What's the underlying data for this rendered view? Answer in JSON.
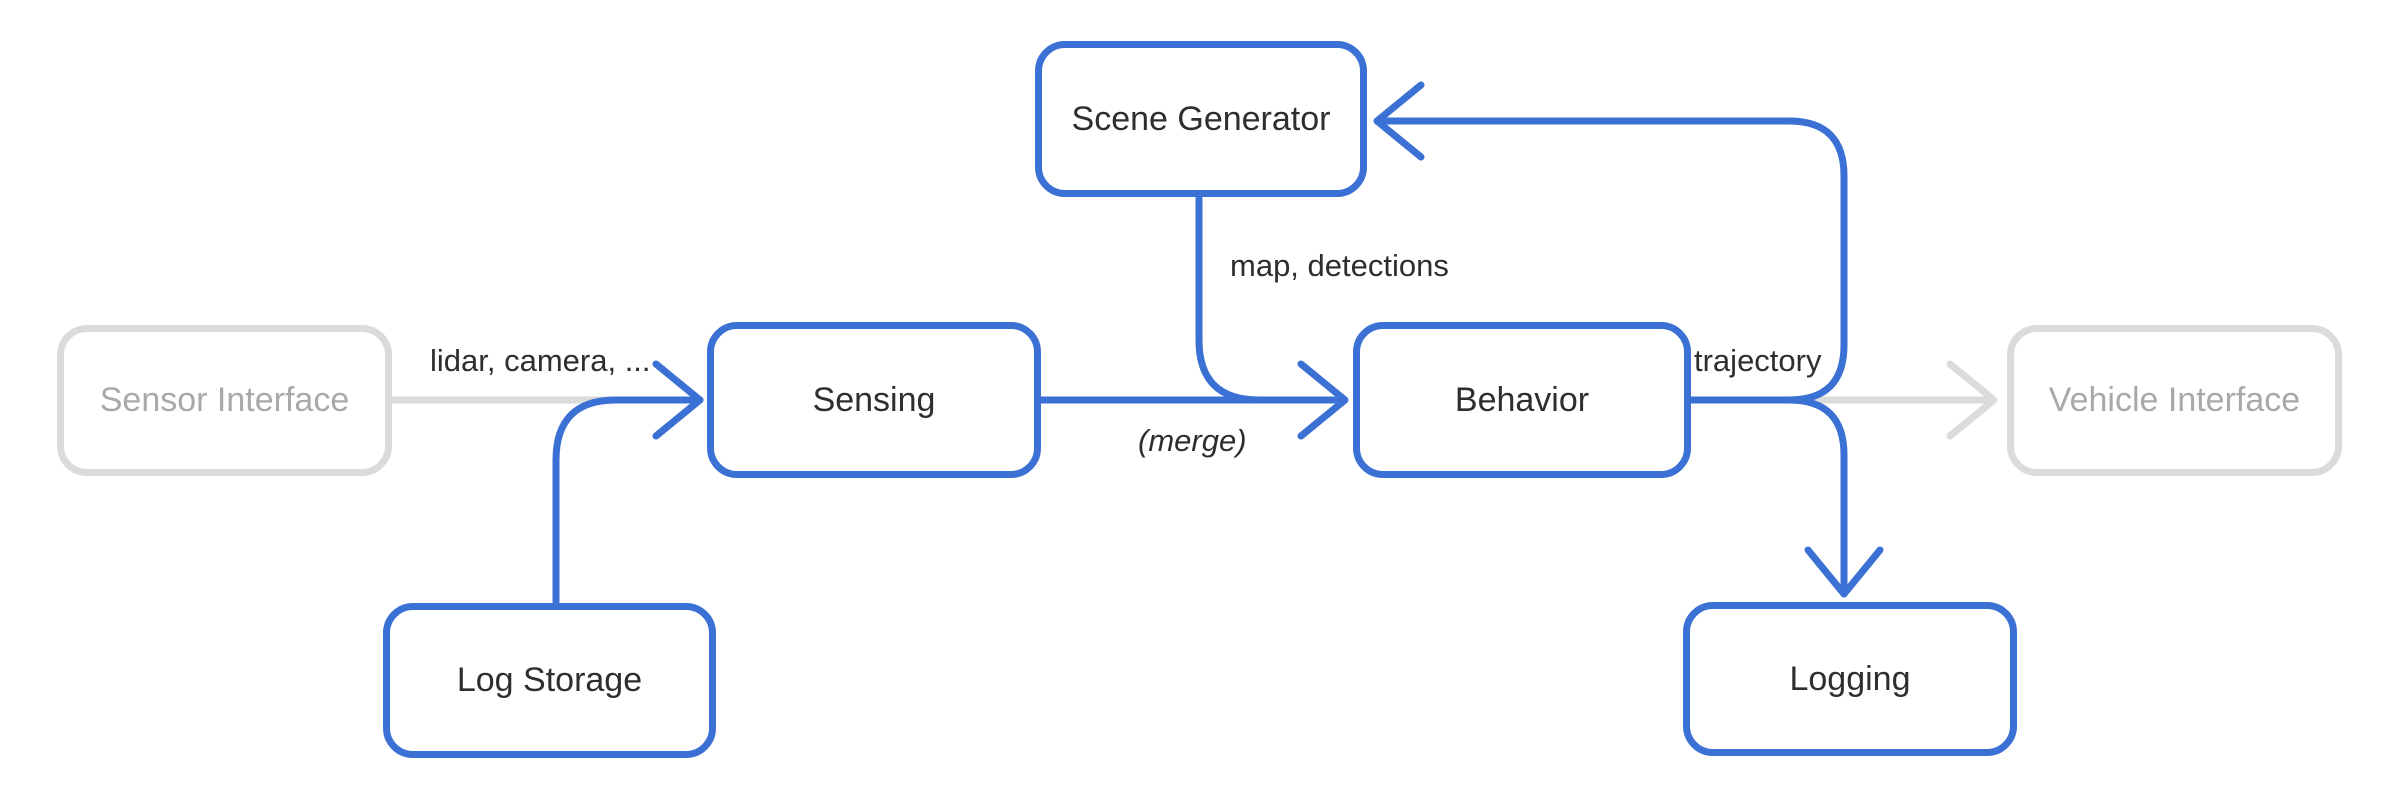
{
  "colors": {
    "accent_blue": "#3B70D4",
    "muted_gray": "#DBDBDB",
    "muted_text": "#A9A9AD",
    "dark_text": "#2D2E31",
    "background": "#FFFFFF"
  },
  "diagram": {
    "type": "flowchart",
    "nodes": {
      "sensor_interface": {
        "label": "Sensor Interface",
        "style": "muted"
      },
      "sensing": {
        "label": "Sensing",
        "style": "accent"
      },
      "scene_generator": {
        "label": "Scene Generator",
        "style": "accent"
      },
      "behavior": {
        "label": "Behavior",
        "style": "accent"
      },
      "vehicle_interface": {
        "label": "Vehicle Interface",
        "style": "muted"
      },
      "log_storage": {
        "label": "Log Storage",
        "style": "accent"
      },
      "logging": {
        "label": "Logging",
        "style": "accent"
      }
    },
    "edges": [
      {
        "id": "sensor-interface-to-sensing",
        "from": "Sensor Interface",
        "to": "Sensing",
        "label": "lidar, camera, ...",
        "style": "muted"
      },
      {
        "id": "log-storage-to-sensing",
        "from": "Log Storage",
        "to": "Sensing",
        "label": "",
        "style": "accent"
      },
      {
        "id": "sensing-to-behavior",
        "from": "Sensing",
        "to": "Behavior",
        "label": "(merge)",
        "style": "accent"
      },
      {
        "id": "scene-generator-to-behavior",
        "from": "Scene Generator",
        "to": "Behavior",
        "label": "map, detections",
        "style": "accent"
      },
      {
        "id": "behavior-to-scene-generator",
        "from": "Behavior",
        "to": "Scene Generator",
        "label": "trajectory",
        "style": "accent"
      },
      {
        "id": "behavior-to-logging",
        "from": "Behavior",
        "to": "Logging",
        "label": "",
        "style": "accent"
      },
      {
        "id": "behavior-to-vehicle-interface",
        "from": "Behavior",
        "to": "Vehicle Interface",
        "label": "",
        "style": "muted"
      }
    ]
  }
}
